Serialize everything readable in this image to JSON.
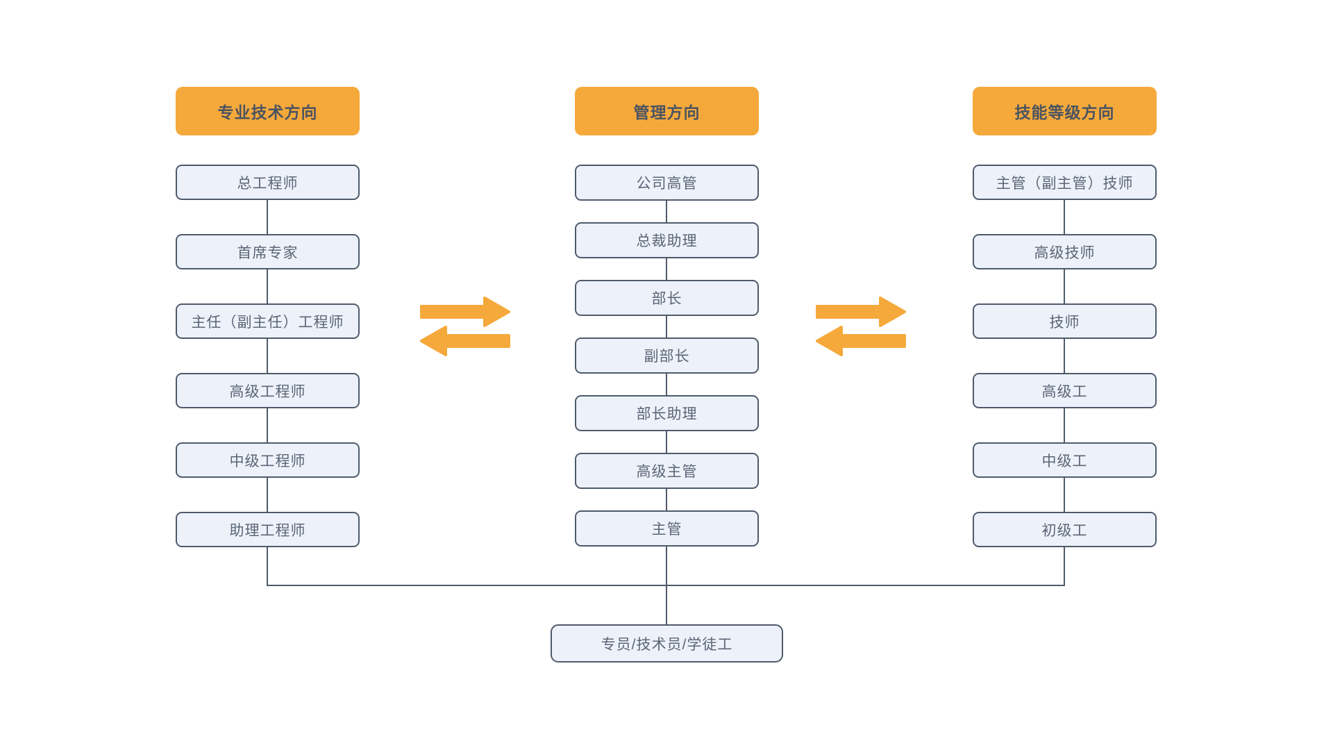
{
  "diagram": {
    "background": "#ffffff",
    "colors": {
      "header_fill": "#F5A93B",
      "node_fill": "#EDF2FA",
      "node_border": "#4E5A6B",
      "node_text": "#5B6575",
      "header_text": "#4A5361",
      "arrow": "#F5A93B",
      "line": "#4E5A6B"
    },
    "columns": [
      {
        "id": "professional-technical",
        "header": "专业技术方向",
        "items": [
          "总工程师",
          "首席专家",
          "主任（副主任）工程师",
          "高级工程师",
          "中级工程师",
          "助理工程师"
        ]
      },
      {
        "id": "management",
        "header": "管理方向",
        "items": [
          "公司高管",
          "总裁助理",
          "部长",
          "副部长",
          "部长助理",
          "高级主管",
          "主管"
        ]
      },
      {
        "id": "skill-level",
        "header": "技能等级方向",
        "items": [
          "主管（副主管）技师",
          "高级技师",
          "技师",
          "高级工",
          "中级工",
          "初级工"
        ]
      }
    ],
    "base": {
      "label": "专员/技术员/学徒工"
    },
    "icons": {
      "exchange_left": "bidirectional-exchange-arrows",
      "exchange_right": "bidirectional-exchange-arrows"
    }
  }
}
